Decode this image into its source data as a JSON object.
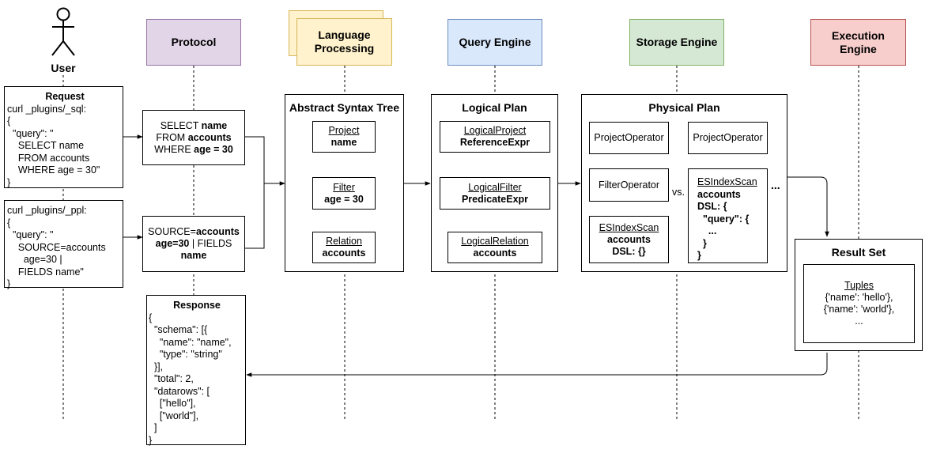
{
  "lanes": {
    "user": "User",
    "protocol": "Protocol",
    "language_processing": "Language\nProcessing",
    "query_engine": "Query Engine",
    "storage_engine": "Storage Engine",
    "execution_engine": "Execution\nEngine"
  },
  "request": {
    "title": "Request",
    "sql_body": "curl _plugins/_sql:\n{\n  \"query\": \"\n    SELECT name\n    FROM accounts\n    WHERE age = 30\"\n}",
    "ppl_body": "curl _plugins/_ppl:\n{\n  \"query\": \"\n    SOURCE=accounts\n      age=30 |\n    FIELDS name\"\n}"
  },
  "protocol": {
    "sql": {
      "kw1": "SELECT ",
      "v1": "name",
      "kw2": "FROM ",
      "v2": "accounts",
      "kw3": "WHERE ",
      "v3": "age = 30"
    },
    "ppl": {
      "kw1": "SOURCE=",
      "v1": "accounts",
      "v2": "age=30",
      "kw2": " | FIELDS",
      "v3": "name"
    }
  },
  "response": {
    "title": "Response",
    "body": "{\n  \"schema\": [{\n    \"name\": \"name\",\n    \"type\": \"string\"\n  }],\n  \"total\": 2,\n  \"datarows\": [\n    [\"hello\"],\n    [\"world\"],\n  ]\n}"
  },
  "ast": {
    "title": "Abstract Syntax Tree",
    "project": {
      "type": "Project",
      "arg": "name"
    },
    "filter": {
      "type": "Filter",
      "arg": "age = 30"
    },
    "relation": {
      "type": "Relation",
      "arg": "accounts"
    }
  },
  "logical": {
    "title": "Logical Plan",
    "project": {
      "type": "LogicalProject",
      "arg": "ReferenceExpr"
    },
    "filter": {
      "type": "LogicalFilter",
      "arg": "PredicateExpr"
    },
    "relation": {
      "type": "LogicalRelation",
      "arg": "accounts"
    }
  },
  "physical": {
    "title": "Physical Plan",
    "left": {
      "project": "ProjectOperator",
      "filter": "FilterOperator",
      "scan": {
        "type": "ESIndexScan",
        "index": "accounts",
        "dsl": "DSL: {}"
      }
    },
    "vs": "vs.",
    "right": {
      "project": "ProjectOperator",
      "scan": {
        "type": "ESIndexScan",
        "index": "accounts",
        "dsl": "DSL: {\n  \"query\": {\n    ...\n  }\n}"
      }
    },
    "more": "..."
  },
  "result": {
    "title": "Result Set",
    "tuples_label": "Tuples",
    "tuples": "{'name': 'hello'},\n{'name': 'world'},\n..."
  },
  "colors": {
    "protocol": "#e1d5e7",
    "protocol_border": "#9673a6",
    "language": "#fff2cc",
    "language_border": "#d6b656",
    "query": "#dae8fc",
    "query_border": "#6c8ebf",
    "storage": "#d5e8d4",
    "storage_border": "#82b366",
    "execution": "#f8cecc",
    "execution_border": "#b85450"
  },
  "icons": {
    "user": "stick-figure-icon"
  }
}
